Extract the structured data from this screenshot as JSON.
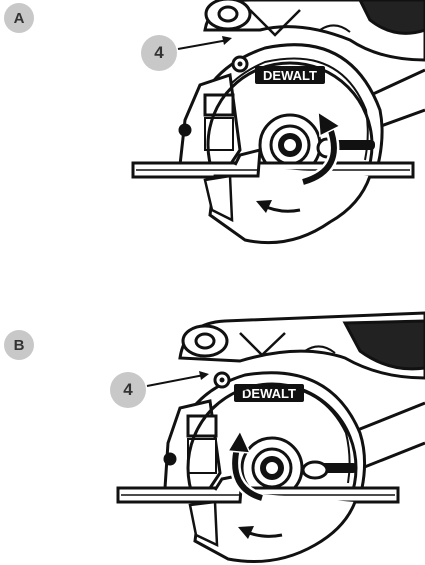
{
  "panels": [
    {
      "id": "A",
      "label": "A",
      "callout": "4",
      "brand": "DEWALT",
      "rotation": "counterclockwise-up"
    },
    {
      "id": "B",
      "label": "B",
      "callout": "4",
      "brand": "DEWALT",
      "rotation": "clockwise-up"
    }
  ],
  "colors": {
    "badge": "#c8c8c8",
    "ink": "#111111",
    "badge_text": "#333333"
  }
}
